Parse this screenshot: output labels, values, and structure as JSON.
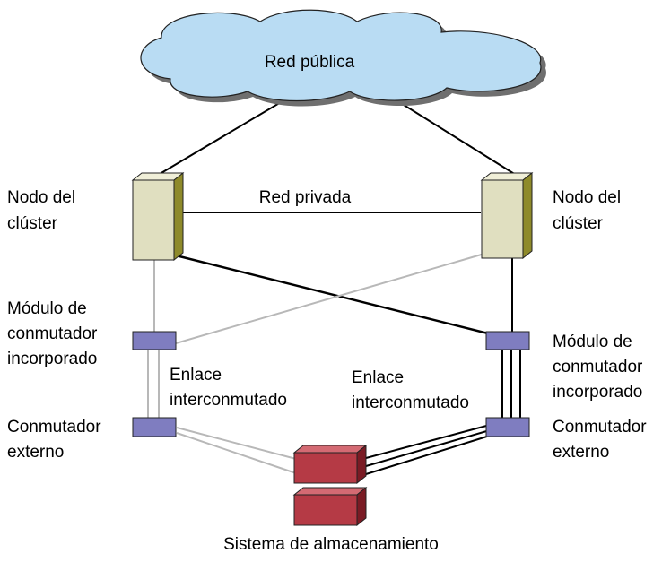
{
  "labels": {
    "public_network": "Red pública",
    "private_network": "Red privada",
    "node_left": [
      "Nodo del",
      "clúster"
    ],
    "node_right": [
      "Nodo del",
      "clúster"
    ],
    "switch_module_left": [
      "Módulo de",
      "conmutador",
      "incorporado"
    ],
    "switch_module_right": [
      "Módulo de",
      "conmutador",
      "incorporado"
    ],
    "interswitch_link_left": [
      "Enlace",
      "interconmutado"
    ],
    "interswitch_link_right": [
      "Enlace",
      "interconmutado"
    ],
    "external_switch_left": [
      "Conmutador",
      "externo"
    ],
    "external_switch_right": [
      "Conmutador",
      "externo"
    ],
    "storage_system": "Sistema de almacenamiento"
  },
  "colors": {
    "cloud_fill": "#b9dcf3",
    "cloud_shadow": "#6f6f6f",
    "node_front": "#e0dfc0",
    "node_side": "#8e8a2a",
    "switch_fill": "#7f7dc0",
    "storage_front": "#b53a45",
    "storage_side": "#7a1b24",
    "link_dark": "#000000",
    "link_light": "#b8b8b8"
  }
}
